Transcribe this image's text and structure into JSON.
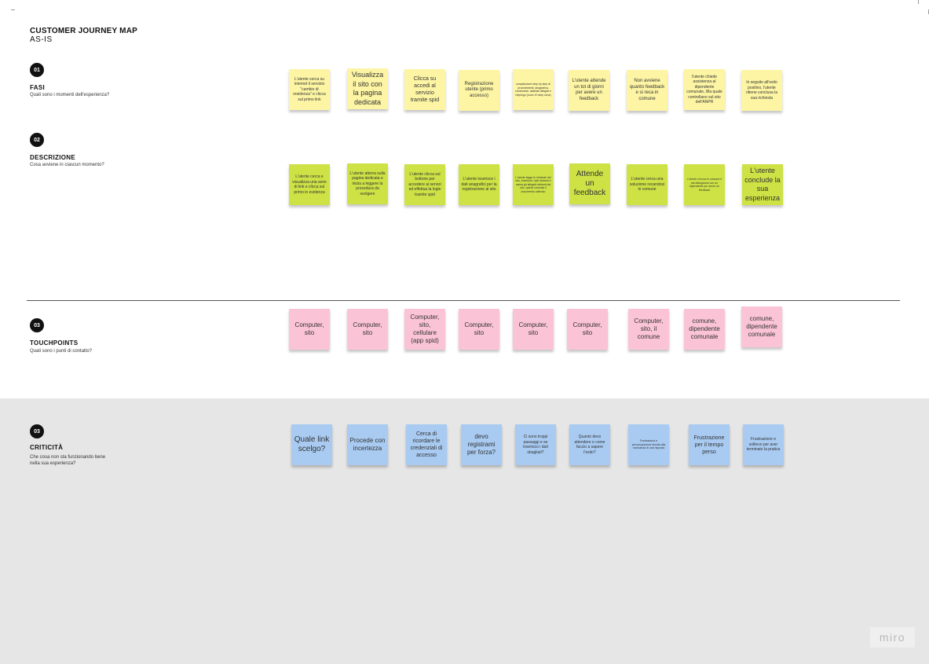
{
  "header": {
    "title": "CUSTOMER JOURNEY MAP",
    "subtitle": "AS-IS"
  },
  "sections": [
    {
      "number": "01",
      "title": "FASI",
      "question": "Quali sono i momenti dell'esperienza?"
    },
    {
      "number": "02",
      "title": "DESCRIZIONE",
      "question": "Cosa avviene in ciascun momento?"
    },
    {
      "number": "03",
      "title": "TOUCHPOINTS",
      "question": "Quali sono i punti di contatto?"
    },
    {
      "number": "03",
      "title": "CRITICITÀ",
      "question": "Che cosa non sta funzionando bene nella sua esperienza?"
    }
  ],
  "colors": {
    "yellow": "#fdf5a4",
    "green": "#cee245",
    "pink": "#fbc4d6",
    "blue": "#a9cbf2",
    "band": "#e6e6e6"
  },
  "fasi": [
    "L'utente cerca su internet il servizio \"cambio di residenza\" e clicca sul primo link",
    "Visualizza il sito con la pagina dedicata",
    "Clicca su accedi al servizio tramite spid",
    "Registrazione utente (primo accesso)",
    "compilazione step by step di procedimenti, anagrafica, credenziali, dati/dati allegati e riepilogo (ruolo 10 step circa)",
    "L'utente attende un tot di giorni per avere un feedback",
    "Non avviene quanto feedback e si reca in comune",
    "l'utente chiede assistenza al dipendente comunale, il/la quale controllano sul sito dell'ANPR",
    "In seguito all'esito positivo, l'utente ritiene conclusa la sua richiesta"
  ],
  "descrizione": [
    "L'utente cerca e visualizza una serie di link e clicca sul primo in evidenza",
    "L'utente atterra sulla pagina dedicata e inizia a leggere la procedura da svolgere",
    "L'utente clicca sul bottone per accedere ai servizi ed effettua la login tramite spid",
    "L'utente inserisce i dati anagrafici per la registrazione al sito",
    "L'utente legge le richieste del sito, inserisce i dati richiesti e carica gli allegati richiesti dal sito, quindi controlla il documento ottenuto",
    "Attende un feedback",
    "L'utente cerca una soluzione recandosi in comune",
    "L'utente si trova in comune e sta dialogando con un dipendente per avere un feedback",
    "L'utente conclude la sua esperienza"
  ],
  "touchpoints": [
    "Computer, sito",
    "Computer, sito",
    "Computer, sito, cellulare (app spid)",
    "Computer, sito",
    "Computer, sito",
    "Computer, sito",
    "Computer, sito, il comune",
    "comune, dipendente comunale",
    "comune, dipendente comunale"
  ],
  "criticita": [
    "Quale link scelgo?",
    "Procede con incertezza",
    "Cerca di ricordare le credenziali di accesso",
    "devo registrami per forza?",
    "Ci sono troppi passaggi e se inserisco i dati sbagliati?",
    "Quanto devo attendere e come faccio a sapere l'esito?",
    "Frustrazione e preoccupazione dovuta alla mancanza di una risposta",
    "Frustrazione per il tempo perso",
    "Frustrazione e sollievo per aver terminato la pratica"
  ],
  "brand": "miro"
}
